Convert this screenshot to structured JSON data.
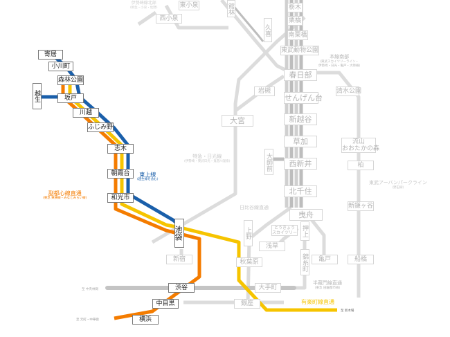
{
  "map": {
    "colors": {
      "tojo_blue": "#1a5faa",
      "fukutoshin_orange": "#f47c00",
      "yurakucho_yellow": "#f6c400",
      "inactive_grey": "#d8d8d8",
      "inactive_dark": "#b5b5b5",
      "station_border": "#888888"
    },
    "stations": {
      "yorii": "寄居",
      "ogawamachi": "小川町",
      "shinrinkoen": "森林公園",
      "ogose": "越生",
      "sakado": "坂戸",
      "kawagoe": "川越",
      "fujimino": "ふじみ野",
      "shiki": "志木",
      "asakadai": "朝霞台",
      "wakoshi": "和光市",
      "ikebukuro": "池袋",
      "shinjuku": "新宿",
      "shibuya": "渋谷",
      "nakameguro": "中目黒",
      "yokohama": "横浜",
      "higashikoizumi": "東小泉",
      "nishikoizumi": "西小泉",
      "tatebayashi": "館林",
      "kuki": "久喜",
      "tochigi": "栃木",
      "kuribashi": "栗橋",
      "minamikurihashi": "南栗橋",
      "tobudobutsukoen": "東武動物公園",
      "kasukabe": "春日部",
      "iwatsuki": "岩槻",
      "omiya": "大宮",
      "shimizukoen": "清水公園",
      "sengendai": "せんげん台",
      "shinkoshigaya": "新越谷",
      "soka": "草加",
      "daishimae": "大師前",
      "nishiarai": "西新井",
      "kitasenju": "北千住",
      "hikifune": "曳舟",
      "nagareyama": "流山\nおおたかの森",
      "kashiwa": "柏",
      "shinkamagaya": "新鎌ヶ谷",
      "funabashi": "船橋",
      "tokyoskytree": "とうきょう\nスカイツリー",
      "asakusa": "浅草",
      "oshiage": "押上",
      "kinshicho": "錦糸町",
      "kameido": "亀戸",
      "ueno": "上野",
      "akihabara": "秋葉原",
      "otemachi": "大手町",
      "ginza": "銀座"
    },
    "labels": {
      "tojo_line": {
        "title": "東上線",
        "sub": "(越生線を含む)"
      },
      "fukutoshin": {
        "title": "副都心線直通",
        "sub": "(東急 東横線・みなとみらい線)"
      },
      "yurakucho": {
        "title": "有楽町線直通",
        "sub": ""
      },
      "hanzomon": {
        "title": "半蔵門線直通",
        "sub": "(東急 田園都市線)"
      },
      "hibiya": {
        "title": "日比谷線直通",
        "sub": ""
      },
      "tokkyu_nikko": {
        "title": "特急・日光線",
        "sub": "(伊勢崎・東武日光・鬼怒川温泉)"
      },
      "honsen_north": {
        "title": "本線南部",
        "sub": "(東武スカイツリーライン・\n伊勢崎・日光・亀戸・大師線)"
      },
      "urban_park": {
        "title": "東武アーバンパークライン",
        "sub": "(野田線)"
      },
      "isesaki_top": {
        "title": "伊勢崎線北部",
        "sub": "(桐生・小泉・佐野)"
      },
      "to_motomachi": "至 元町・中華街",
      "to_chuorinkan": "至 中央林間",
      "to_shinkiba": "至 新木場"
    }
  }
}
